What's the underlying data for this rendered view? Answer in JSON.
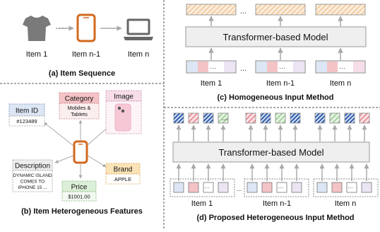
{
  "panel_a": {
    "items": [
      {
        "label": "Item 1",
        "icon": "tshirt-icon"
      },
      {
        "label": "Item n-1",
        "icon": "smartphone-icon"
      },
      {
        "label": "Item n",
        "icon": "laptop-icon"
      }
    ],
    "ellipsis": "···",
    "caption": "(a) Item Sequence"
  },
  "panel_b": {
    "caption": "(b) Item Heterogeneous Features",
    "features": {
      "item_id": {
        "title": "Item ID",
        "value": "#123489"
      },
      "category": {
        "title": "Category",
        "lines": [
          "Mobiles &",
          "Tablets"
        ]
      },
      "image": {
        "title": "Image"
      },
      "description": {
        "title": "Description",
        "lines": [
          "DYNAMIC ISLAND",
          "COMES TO",
          "IPHONE 15 ..."
        ]
      },
      "price": {
        "title": "Price",
        "value": "$1001.00"
      },
      "brand": {
        "title": "Brand",
        "value": "APPLE"
      }
    }
  },
  "panel_c": {
    "model_label": "Transformer-based Model",
    "items": [
      "Item 1",
      "Item n-1",
      "Item n"
    ],
    "ellipsis": "...",
    "caption": "(c) Homogeneous Input Method"
  },
  "panel_d": {
    "model_label": "Transformer-based Model",
    "items": [
      "Item 1",
      "Item n-1",
      "Item n"
    ],
    "ellipsis": "...",
    "caption": "(d) Proposed Heterogeneous Input Method"
  },
  "colors": {
    "blue": "#dce6f4",
    "red": "#f4c3c6",
    "pink": "#f7dde9",
    "lavender": "#ebe4f3",
    "peach_stripe": "#f3cfa7",
    "orange": "#d2691e",
    "model_fill": "#efefef",
    "model_stroke": "#999999",
    "arrow": "#a8a8a8"
  }
}
